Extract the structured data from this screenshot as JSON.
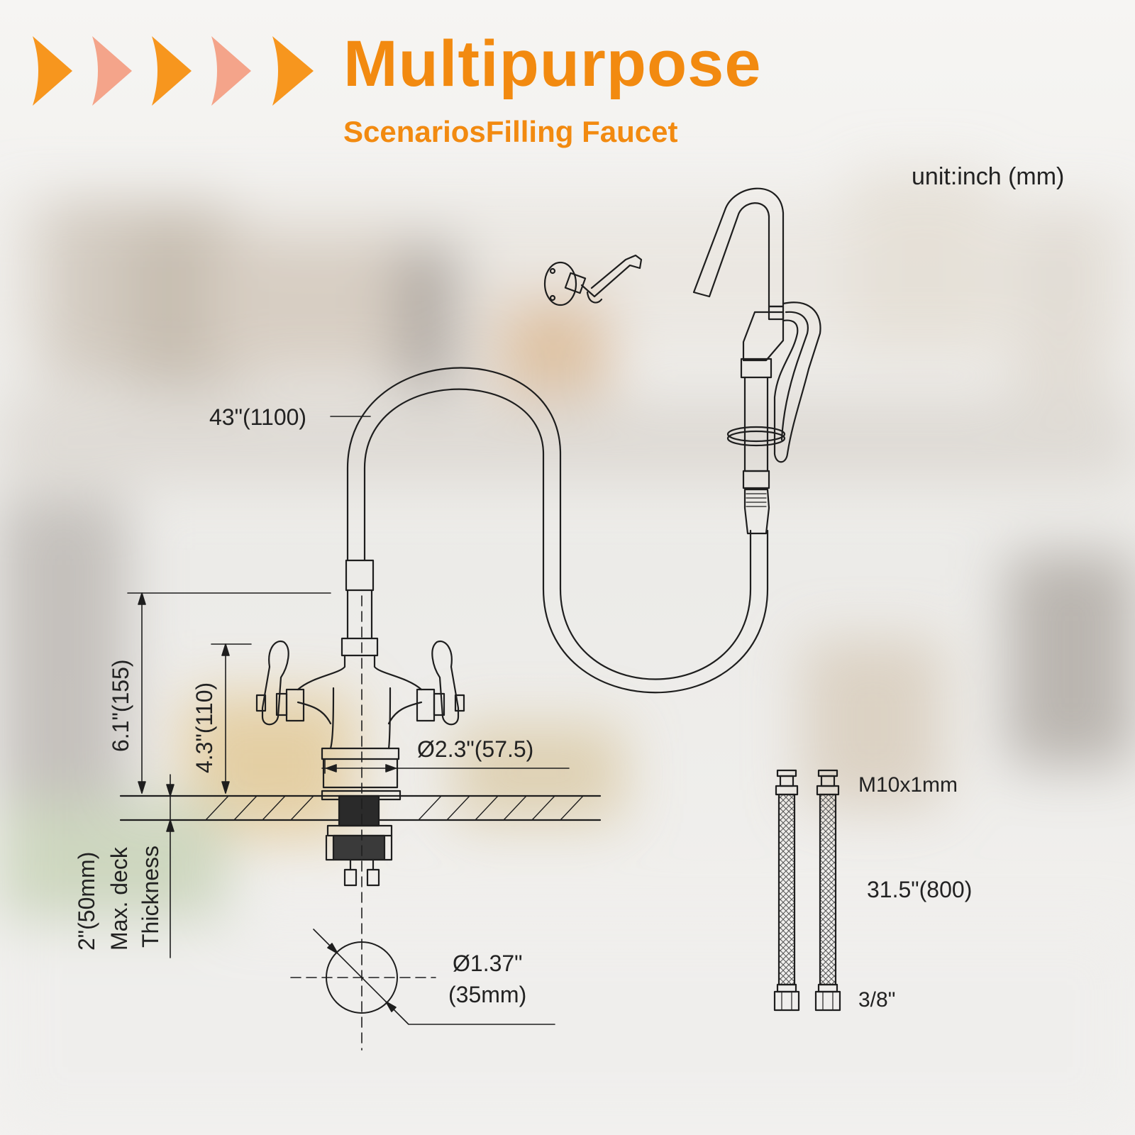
{
  "header": {
    "title": "Multipurpose",
    "subtitle": "ScenariosFilling Faucet",
    "unit_label": "unit:inch (mm)"
  },
  "colors": {
    "accent_orange": "#f7961e",
    "accent_pink": "#f4a48a",
    "title_orange": "#f28a10",
    "line": "#1e1e1e"
  },
  "decor": {
    "chevrons": [
      "orange",
      "pink",
      "orange",
      "pink",
      "orange"
    ]
  },
  "dimensions": {
    "hose_length": "43\"(1100)",
    "height_total": "6.1\"(155)",
    "height_handles": "4.3\"(110)",
    "base_diameter": "Ø2.3\"(57.5)",
    "deck_thickness_1": "2\"(50mm)",
    "deck_thickness_2": "Max. deck",
    "deck_thickness_3": "Thickness",
    "hole_diameter_1": "Ø1.37\"",
    "hole_diameter_2": "(35mm)",
    "supply_thread": "M10x1mm",
    "supply_length": "31.5\"(800)",
    "supply_connector": "3/8\""
  }
}
